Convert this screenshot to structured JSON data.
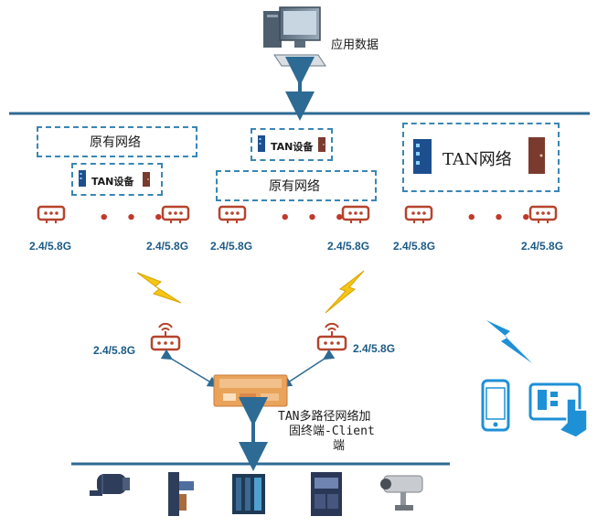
{
  "top": {
    "app_data_label": "应用数据"
  },
  "boxes": {
    "existing_network_1": "原有网络",
    "tan_device_1": "TAN设备",
    "tan_device_2": "TAN设备",
    "existing_network_2": "原有网络",
    "tan_network": "TAN网络"
  },
  "frequencies": {
    "f1": "2.4/5.8G",
    "f2": "2.4/5.8G",
    "f3": "2.4/5.8G",
    "f4": "2.4/5.8G",
    "f5": "2.4/5.8G",
    "f6": "2.4/5.8G",
    "f7": "2.4/5.8G",
    "f8": "2.4/5.8G"
  },
  "ellipsis": "• • •",
  "client": {
    "label_line1": "TAN多路径网络加",
    "label_line2": "固终端-Client",
    "label_line3": "端"
  },
  "colors": {
    "line": "#2d6a94",
    "dash": "#3a86b4",
    "router": "#b5442d",
    "lightning": "#f5c518",
    "freq": "#1b5a86",
    "mobile_blue": "#1e90d6"
  },
  "icons": [
    "desktop-computer-icon",
    "router-icon",
    "lightning-icon",
    "phone-icon",
    "tablet-touch-icon",
    "motor-icon",
    "controller-icon",
    "server-rack-icon",
    "industrial-cabinet-icon",
    "camera-icon"
  ]
}
